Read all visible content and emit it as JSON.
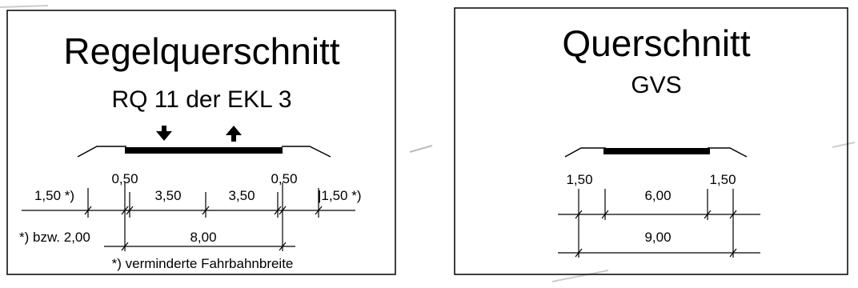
{
  "left_panel": {
    "title": "Regelquerschnitt",
    "subtitle": "RQ 11 der EKL 3",
    "dims_top": {
      "shoulder_left": "1,50 *)",
      "strip_left": "0,50",
      "lane_left": "3,50",
      "lane_right": "3,50",
      "strip_right": "0,50",
      "shoulder_right": "|1,50 *)"
    },
    "dims_bottom": {
      "note_width": "*) bzw. 2,00",
      "paved_total": "8,00"
    },
    "footnote": "*) verminderte Fahrbahnbreite",
    "arrows": [
      "arrow-down-icon",
      "arrow-up-icon"
    ]
  },
  "right_panel": {
    "title": "Querschnitt",
    "subtitle": "GVS",
    "dims_top": {
      "shoulder_left": "1,50",
      "carriageway": "6,00",
      "shoulder_right": "1,50"
    },
    "dims_bottom": {
      "total": "9,00"
    }
  },
  "colors": {
    "line": "#000000",
    "background": "#ffffff"
  }
}
